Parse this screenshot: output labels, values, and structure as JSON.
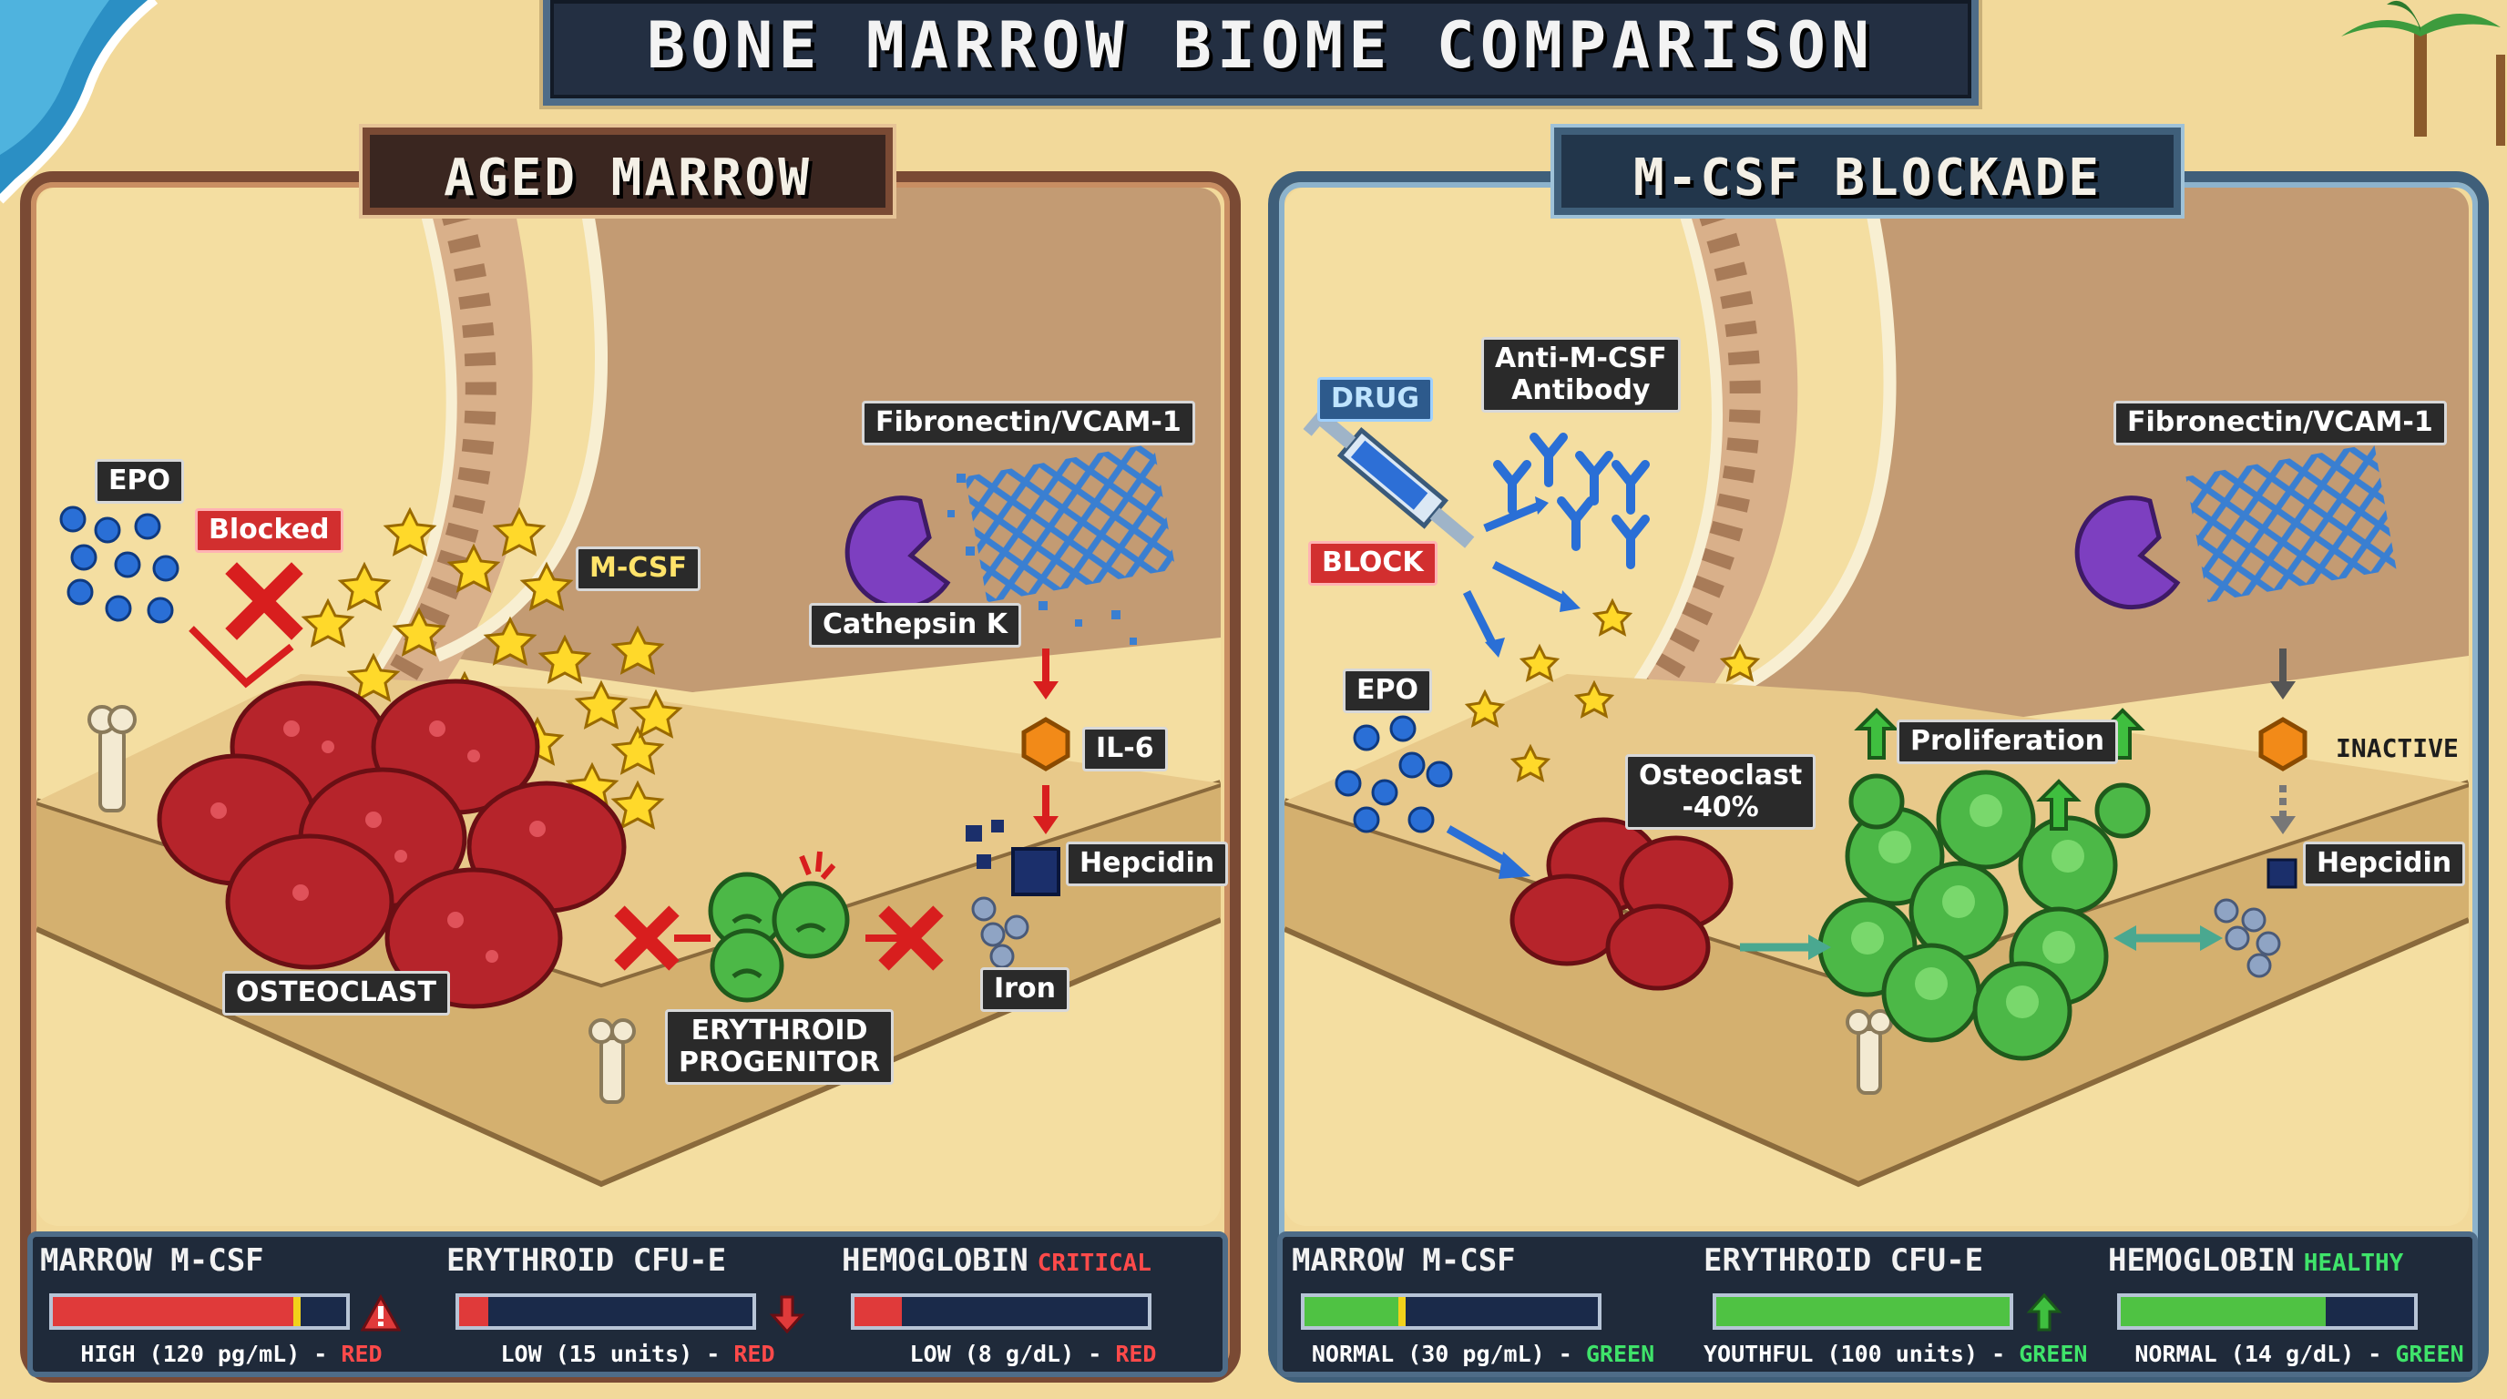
{
  "title": "BONE MARROW BIOME COMPARISON",
  "panels": {
    "left": {
      "title": "AGED MARROW",
      "labels": {
        "epo": "EPO",
        "blocked": "Blocked",
        "mcsf": "M-CSF",
        "fibronectin": "Fibronectin/VCAM-1",
        "cathepsin": "Cathepsin K",
        "il6": "IL-6",
        "hepcidin": "Hepcidin",
        "iron": "Iron",
        "osteoclast": "OSTEOCLAST",
        "erythroid_1": "ERYTHROID",
        "erythroid_2": "PROGENITOR"
      },
      "hud": [
        {
          "name": "MARROW M-CSF",
          "status": "",
          "value": "HIGH (120 pg/mL) - ",
          "color_word": "RED",
          "fill": 0.83,
          "indicator": "warning-icon"
        },
        {
          "name": "ERYTHROID CFU-E",
          "status": "",
          "value": "LOW (15 units) - ",
          "color_word": "RED",
          "fill": 0.1,
          "indicator": "arrow-down-icon"
        },
        {
          "name": "HEMOGLOBIN",
          "status": "CRITICAL",
          "value": "LOW (8 g/dL) - ",
          "color_word": "RED",
          "fill": 0.16,
          "indicator": ""
        }
      ]
    },
    "right": {
      "title": "M-CSF BLOCKADE",
      "labels": {
        "drug": "DRUG",
        "block": "BLOCK",
        "antibody_1": "Anti-M-CSF",
        "antibody_2": "Antibody",
        "epo": "EPO",
        "osteoclast_1": "Osteoclast",
        "osteoclast_2": "-40%",
        "proliferation": "Proliferation",
        "fibronectin": "Fibronectin/VCAM-1",
        "inactive": "INACTIVE",
        "hepcidin": "Hepcidin"
      },
      "hud": [
        {
          "name": "MARROW M-CSF",
          "status": "",
          "value": "NORMAL (30 pg/mL) - ",
          "color_word": "GREEN",
          "fill": 0.33,
          "indicator": ""
        },
        {
          "name": "ERYTHROID CFU-E",
          "status": "",
          "value": "YOUTHFUL (100 units) - ",
          "color_word": "GREEN",
          "fill": 1.0,
          "indicator": "arrow-up-icon"
        },
        {
          "name": "HEMOGLOBIN",
          "status": "HEALTHY",
          "value": "NORMAL (14 g/dL) - ",
          "color_word": "GREEN",
          "fill": 0.7,
          "indicator": ""
        }
      ]
    }
  },
  "colors": {
    "red": "#e03a3a",
    "green": "#4fc243",
    "status_red": "#ff4a4a",
    "status_green": "#3fe36a",
    "cell_red": "#b6242b",
    "cell_green": "#4cb847",
    "sand": "#f2d99a",
    "epo_blue": "#2a6fd6"
  }
}
